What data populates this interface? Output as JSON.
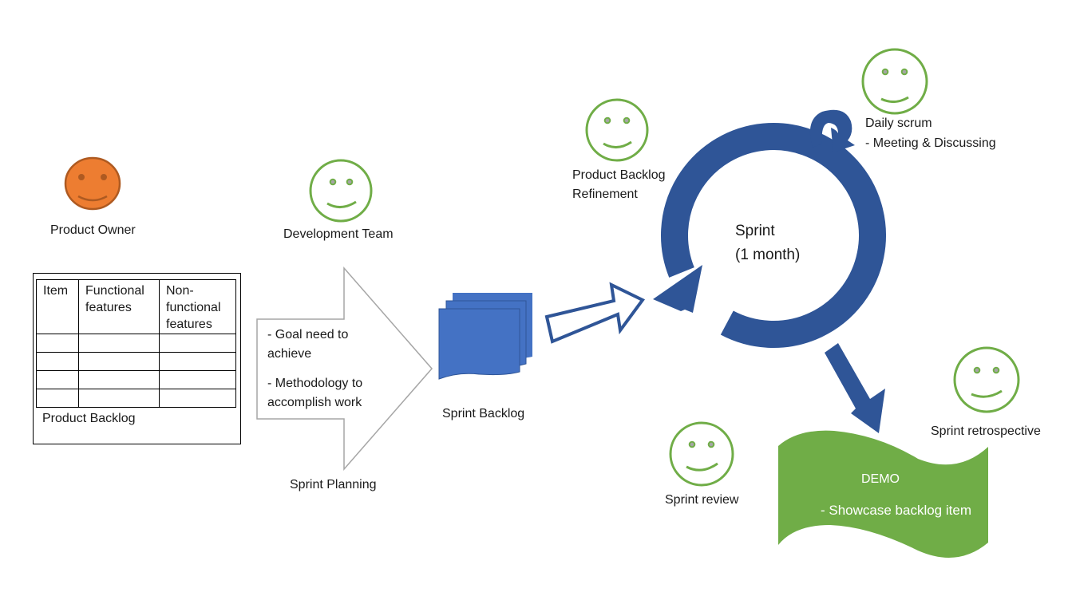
{
  "colors": {
    "owner_face": "#ed7d31",
    "owner_outline": "#ae5a21",
    "role_outline": "#70ad47",
    "role_eyes": "#a5a5a5",
    "sprint_blue": "#2f5597",
    "backlog_blue": "#4472c4",
    "demo_green": "#70ad47",
    "planning_outline": "#a6a6a6"
  },
  "roles": {
    "product_owner": "Product Owner",
    "development_team": "Development Team",
    "product_backlog_refinement": [
      "Product Backlog",
      "Refinement"
    ],
    "daily_scrum": [
      "Daily scrum",
      "- Meeting & Discussing"
    ],
    "sprint_review": "Sprint review",
    "sprint_retrospective": "Sprint retrospective"
  },
  "product_backlog": {
    "caption": "Product Backlog",
    "headers": [
      "Item",
      "Functional features",
      "Non-functional features"
    ],
    "rows": [
      [
        "",
        "",
        ""
      ],
      [
        "",
        "",
        ""
      ],
      [
        "",
        "",
        ""
      ],
      [
        "",
        "",
        ""
      ]
    ]
  },
  "sprint_planning": {
    "label": "Sprint Planning",
    "points": [
      "- Goal need to achieve",
      "- Methodology to accomplish work"
    ]
  },
  "sprint_backlog": {
    "label": "Sprint Backlog"
  },
  "sprint": {
    "title": "Sprint",
    "duration": "(1 month)"
  },
  "demo": {
    "title": "DEMO",
    "detail": "- Showcase backlog item"
  }
}
